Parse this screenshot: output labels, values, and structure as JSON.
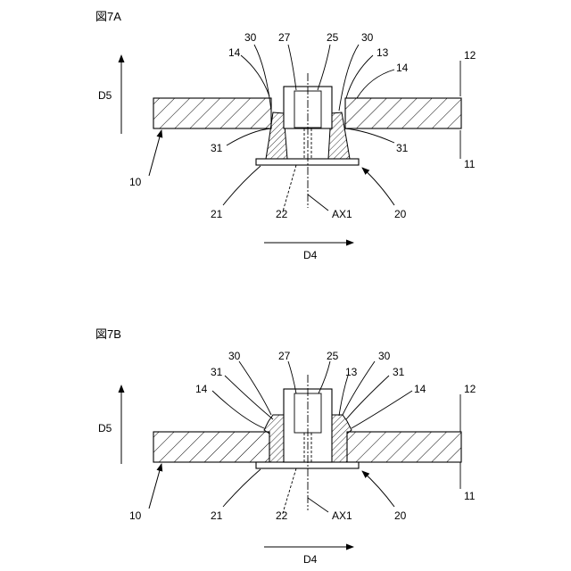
{
  "figures": [
    {
      "id": "7A",
      "title": "図7A",
      "labels": {
        "l30a": "30",
        "l27": "27",
        "l25": "25",
        "l30b": "30",
        "l14a": "14",
        "l13": "13",
        "l14b": "14",
        "l12": "12",
        "lD5": "D5",
        "l31a": "31",
        "l31b": "31",
        "l11": "11",
        "l10": "10",
        "l21": "21",
        "l22": "22",
        "lAX1": "AX1",
        "l20": "20",
        "lD4": "D4"
      }
    },
    {
      "id": "7B",
      "title": "図7B",
      "labels": {
        "l30a": "30",
        "l27": "27",
        "l25": "25",
        "l30b": "30",
        "l31a": "31",
        "l13": "13",
        "l31b": "31",
        "l14a": "14",
        "l14b": "14",
        "l12": "12",
        "lD5": "D5",
        "l11": "11",
        "l10": "10",
        "l21": "21",
        "l22": "22",
        "lAX1": "AX1",
        "l20": "20",
        "lD4": "D4"
      }
    }
  ],
  "colors": {
    "line": "#000000",
    "background": "#ffffff"
  }
}
